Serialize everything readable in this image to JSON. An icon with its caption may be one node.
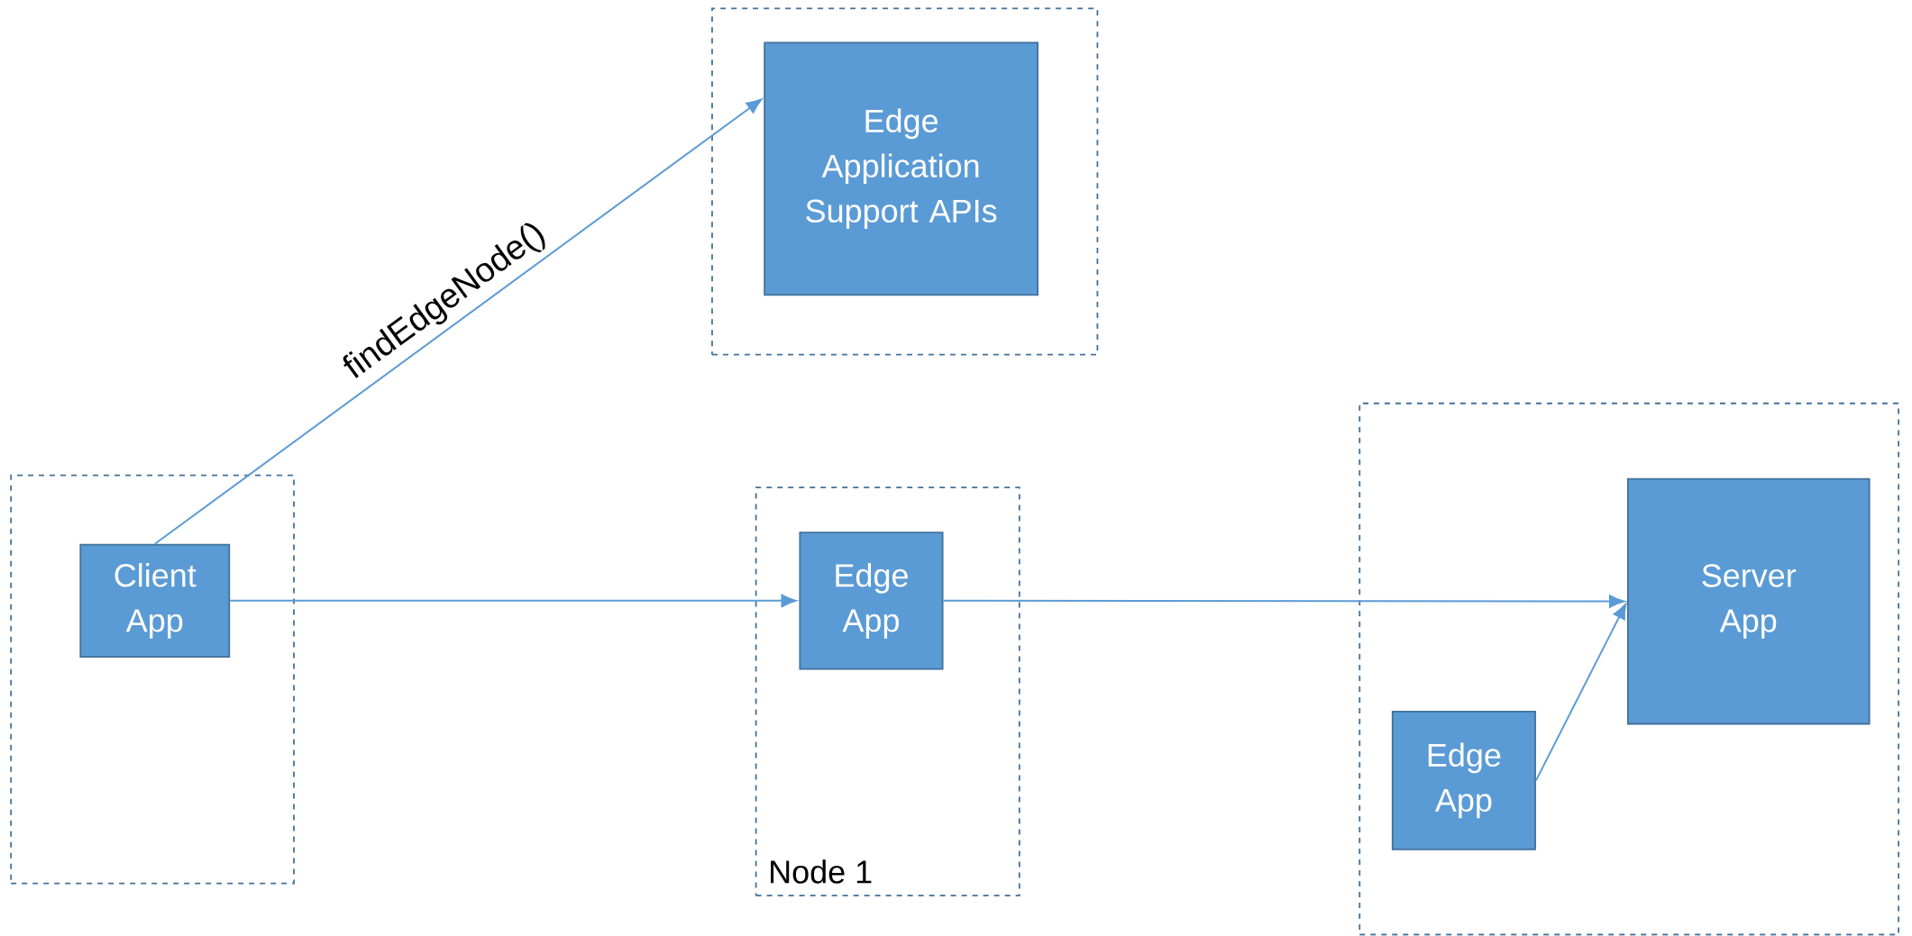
{
  "diagram": {
    "nodes": [
      {
        "text": [],
        "shape": "box"
      },
      {
        "text": [
          "Edge Application Support APIs"
        ],
        "in": 0
      },
      {
        "text": [],
        "shape": "box"
      },
      {
        "text": [
          "Client App"
        ],
        "in": 2
      },
      {
        "text": [
          "Node 1"
        ]
      },
      {
        "text": [
          "Edge App"
        ],
        "in": 4
      },
      {
        "text": [],
        "shape": "box"
      },
      {
        "text": [
          "Server App"
        ],
        "in": 6
      },
      {
        "text": [
          "Edge App"
        ],
        "in": 6
      }
    ],
    "edges": [
      {
        "from": 3,
        "to": 1,
        "arrow": "to",
        "label": "findEdgeNode()"
      },
      {
        "from": 3,
        "to": 5,
        "arrow": "to"
      },
      {
        "from": 5,
        "to": 7,
        "arrow": "to"
      },
      {
        "from": 8,
        "to": 7,
        "arrow": "to"
      }
    ]
  }
}
